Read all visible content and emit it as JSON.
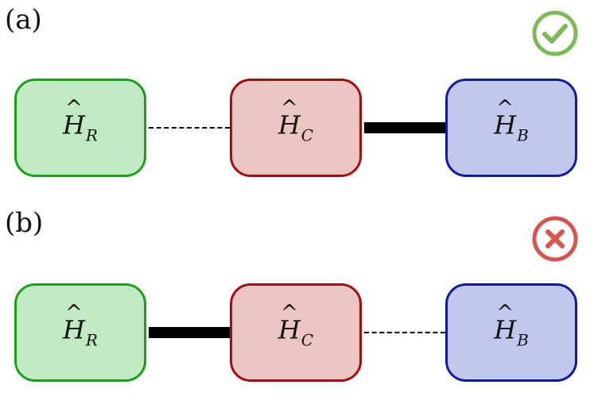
{
  "panels": [
    {
      "label": "(a)",
      "status_icon": "check-circle-icon",
      "status_color": "#7dba55",
      "nodes": [
        {
          "id": "R",
          "symbol": "H",
          "hat": "^",
          "subscript": "R",
          "fill": "#c2eac2",
          "stroke": "#1aa11a"
        },
        {
          "id": "C",
          "symbol": "H",
          "hat": "^",
          "subscript": "C",
          "fill": "#ebc5c2",
          "stroke": "#a30e12"
        },
        {
          "id": "B",
          "symbol": "H",
          "hat": "^",
          "subscript": "B",
          "fill": "#c2c8ec",
          "stroke": "#0f1aa5"
        }
      ],
      "links": [
        {
          "from": "R",
          "to": "C",
          "style": "dashed"
        },
        {
          "from": "C",
          "to": "B",
          "style": "thick"
        }
      ]
    },
    {
      "label": "(b)",
      "status_icon": "cross-circle-icon",
      "status_color": "#d9534f",
      "nodes": [
        {
          "id": "R",
          "symbol": "H",
          "hat": "^",
          "subscript": "R",
          "fill": "#c2eac2",
          "stroke": "#1aa11a"
        },
        {
          "id": "C",
          "symbol": "H",
          "hat": "^",
          "subscript": "C",
          "fill": "#ebc5c2",
          "stroke": "#a30e12"
        },
        {
          "id": "B",
          "symbol": "H",
          "hat": "^",
          "subscript": "B",
          "fill": "#c2c8ec",
          "stroke": "#0f1aa5"
        }
      ],
      "links": [
        {
          "from": "R",
          "to": "C",
          "style": "thick"
        },
        {
          "from": "C",
          "to": "B",
          "style": "dashed"
        }
      ]
    }
  ]
}
